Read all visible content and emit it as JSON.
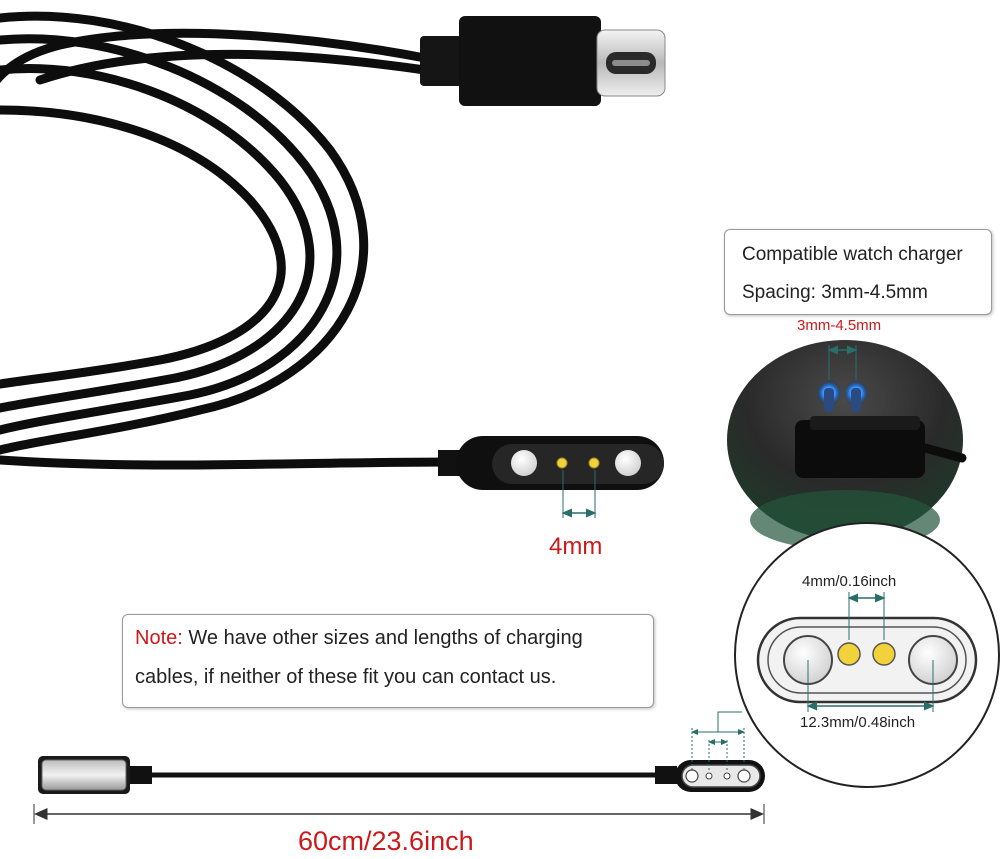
{
  "compat": {
    "line1": "Compatible watch charger",
    "line2": "Spacing: 3mm-4.5mm"
  },
  "labels": {
    "spacing_range": "3mm-4.5mm",
    "pin_spacing_4mm": "4mm",
    "pin_pitch": "4mm/0.16inch",
    "head_width": "12.3mm/0.48inch",
    "cable_length": "60cm/23.6inch"
  },
  "note": {
    "prefix": "Note:",
    "line1_rest": " We have other sizes and lengths of charging",
    "line2": "cables, if neither of these fit you can contact us."
  },
  "colors": {
    "accent_red": "#cc1a1a",
    "cable_black": "#0d0d0d",
    "pin_gold": "#f2d23a",
    "dimension_teal": "#2a6e6a"
  }
}
